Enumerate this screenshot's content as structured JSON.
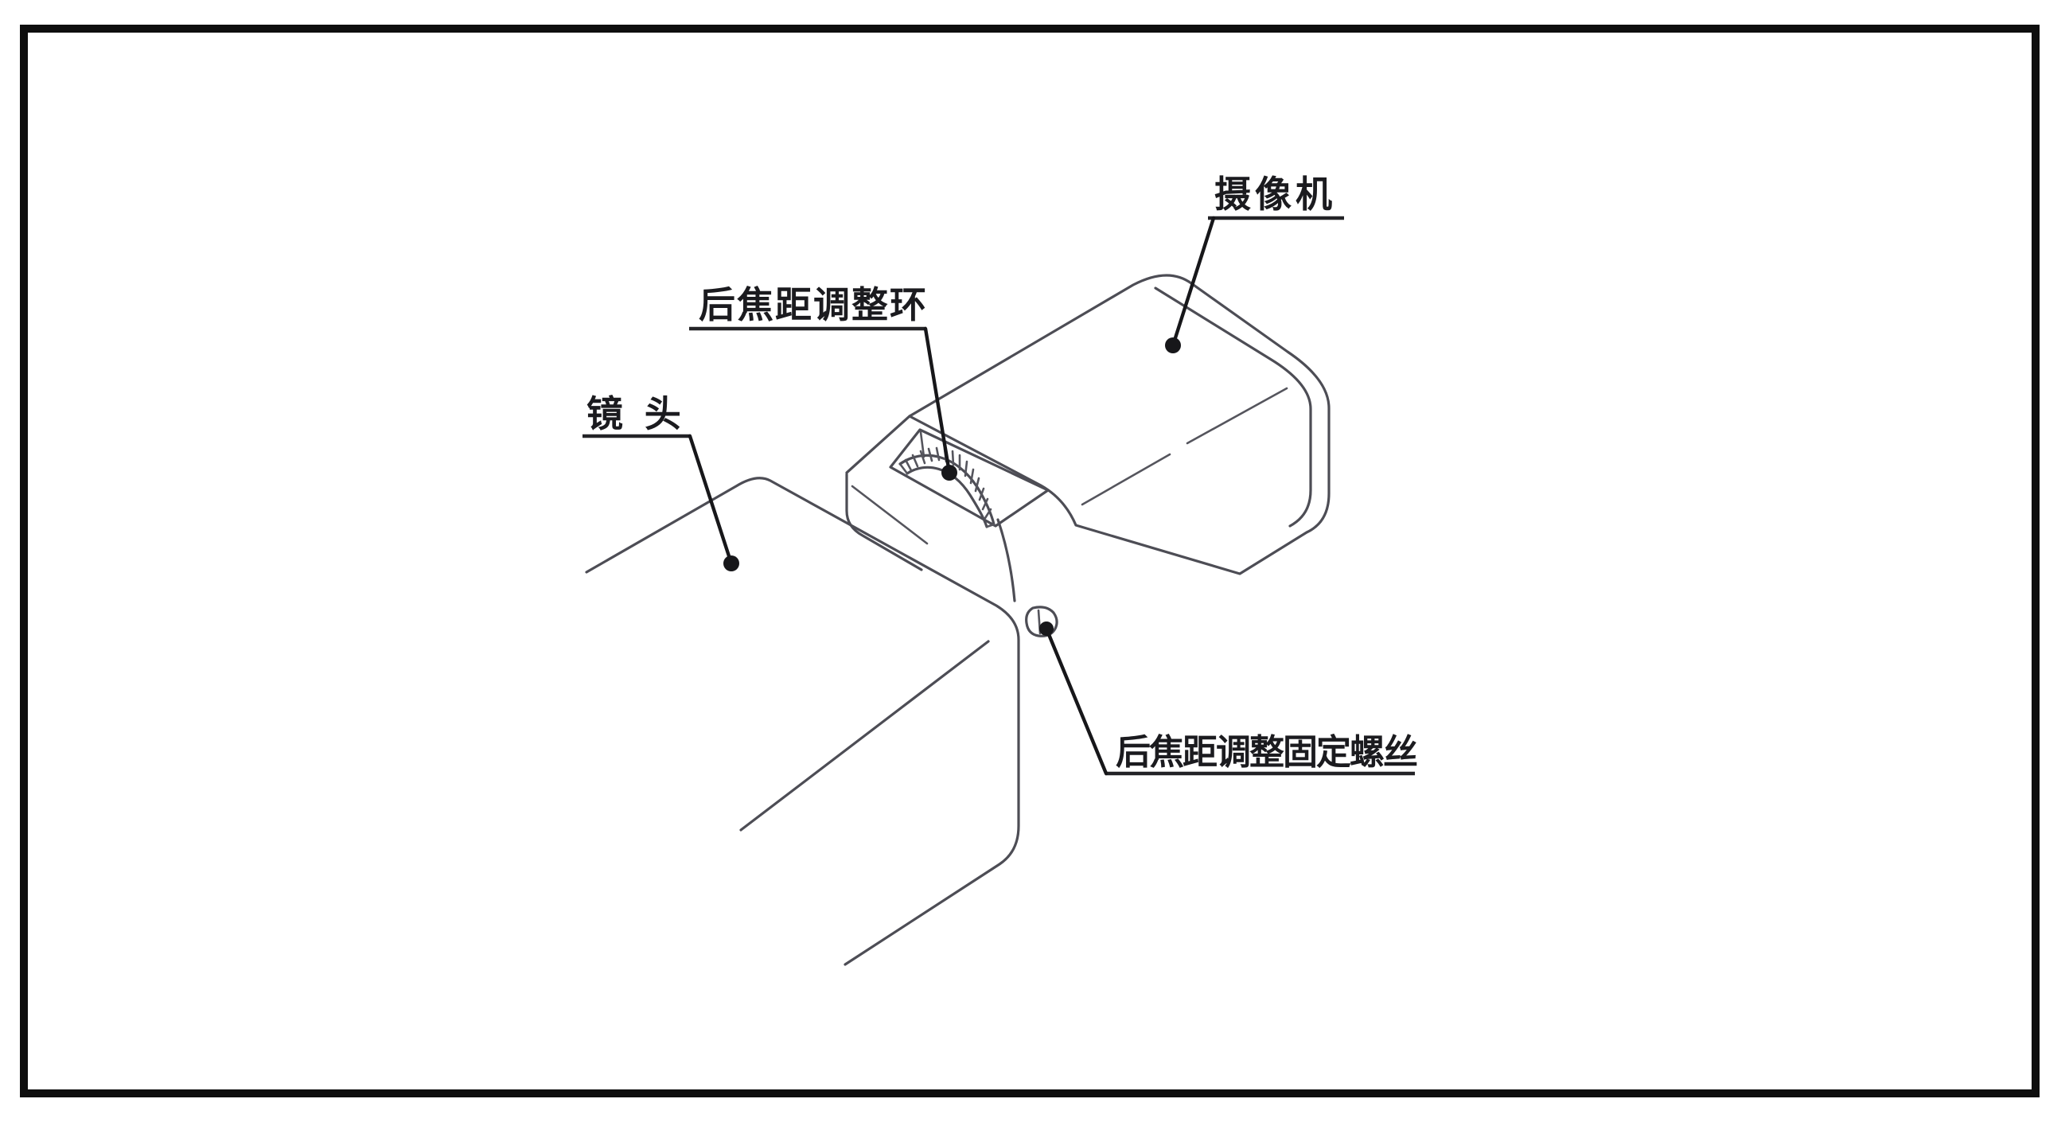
{
  "figure": {
    "kind": "camera-back-focus-adjustment-diagram",
    "background_color": "#ffffff",
    "frame_color": "#0e0e0e",
    "line_color": "#4d4d55",
    "text_color": "#1b1b1f"
  },
  "labels": {
    "camera": {
      "text": "摄像机"
    },
    "back_focus_ring": {
      "text": "后焦距调整环"
    },
    "lens": {
      "text": "镜 头"
    },
    "back_focus_lock_screw": {
      "text": "后焦距调整固定螺丝"
    }
  }
}
